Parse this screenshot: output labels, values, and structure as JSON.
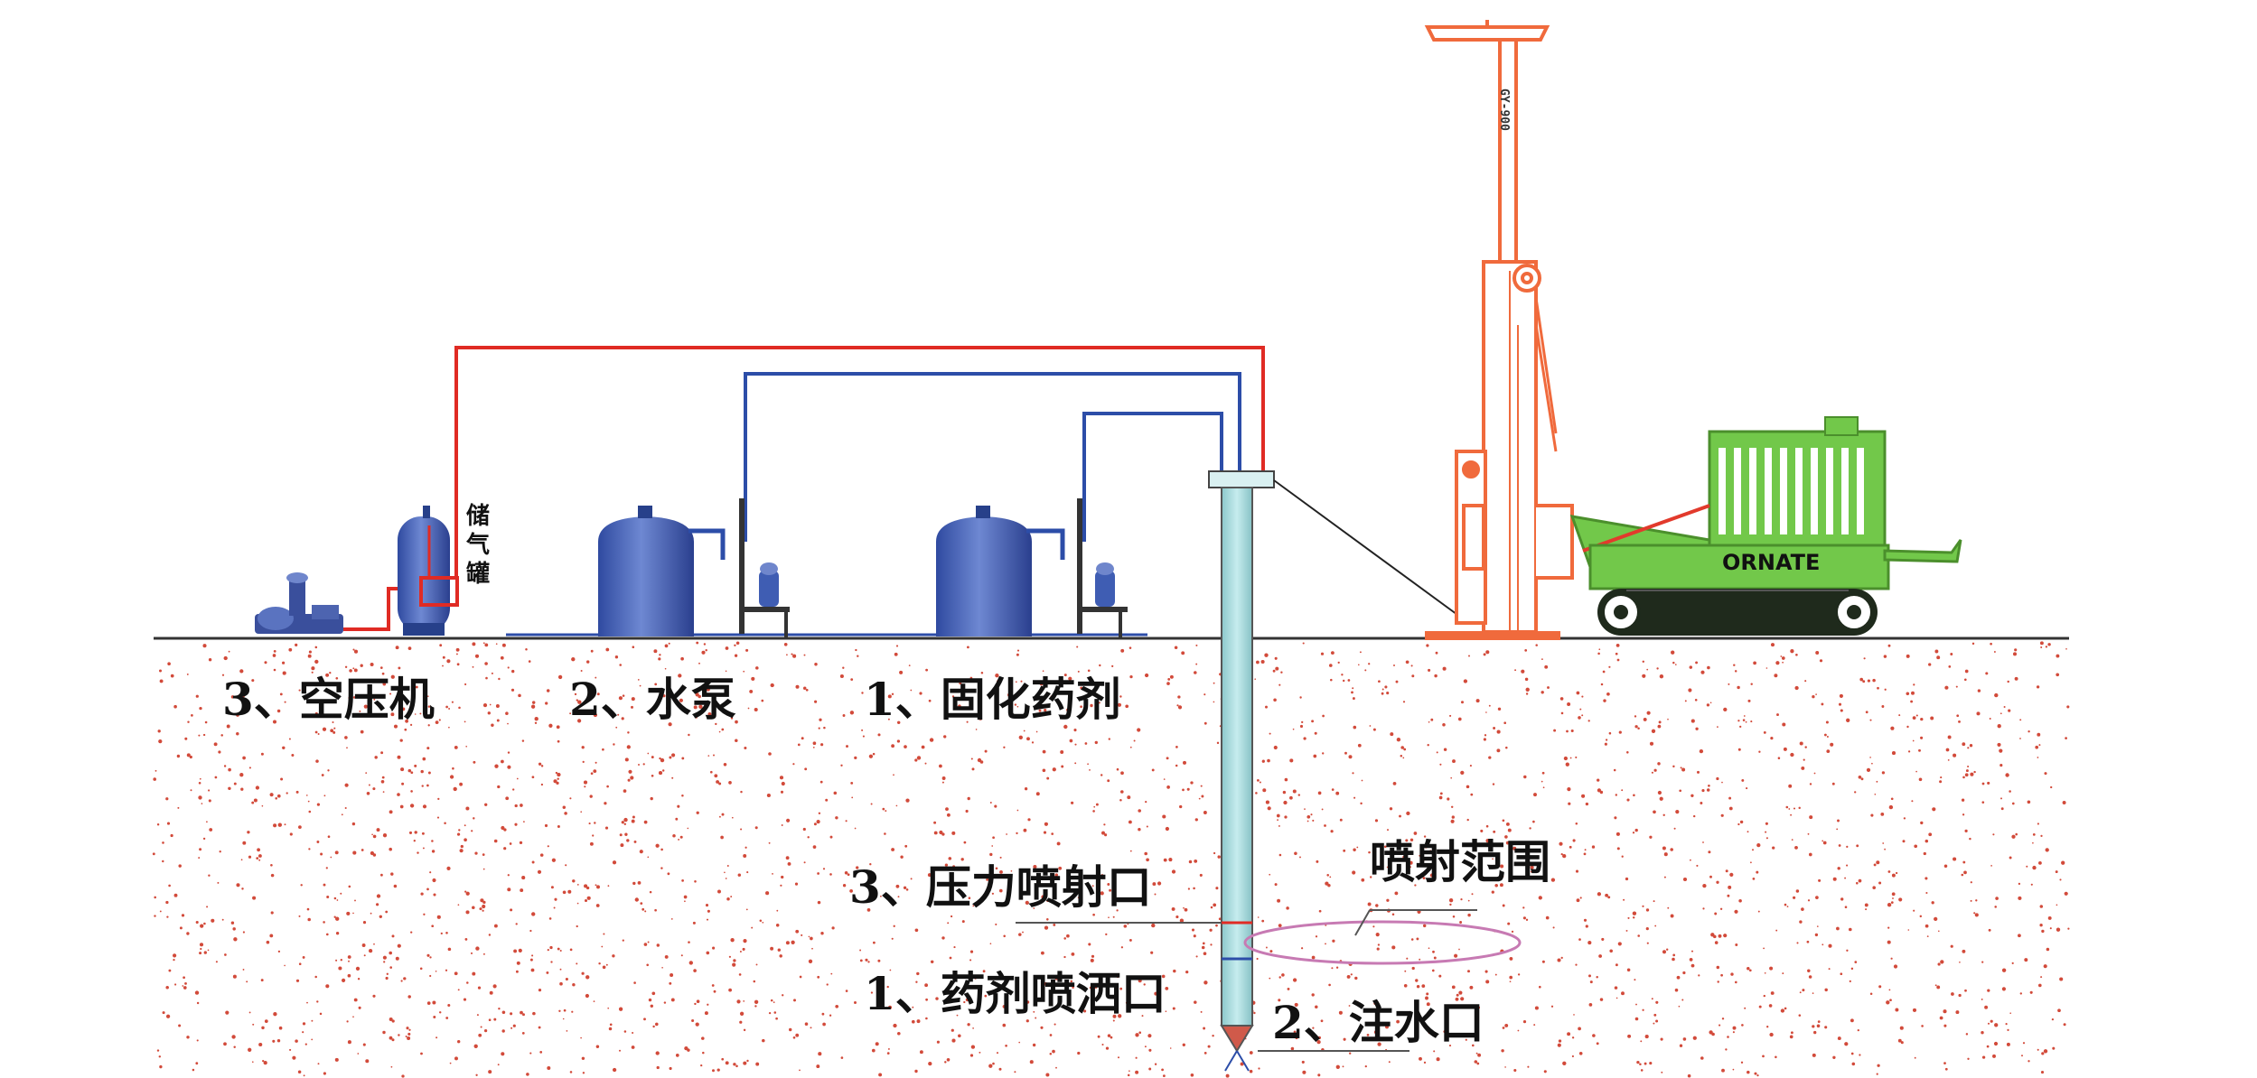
{
  "equipment_labels": {
    "compressor": "3、空压机",
    "pump": "2、水泵",
    "agent": "1、固化药剂",
    "air_tank": "储气罐",
    "brand": "ORNATE",
    "mast_text": "GY-900"
  },
  "nozzle_labels": {
    "pressure_jet": "3、压力喷射口",
    "jet_range": "喷射范围",
    "agent_spray": "1、药剂喷洒口",
    "water_inlet": "2、注水口"
  },
  "colors": {
    "air_line": "#e02b24",
    "water_line": "#2c4da8",
    "tank": "#3f5db3",
    "rig": "#f06a3c",
    "machine": "#72c84a",
    "soil_dots": "#d24a3a",
    "pipe": "#a9dadc",
    "jet_ellipse": "#c77ab3"
  },
  "icons": {
    "compressor": "air-compressor-icon",
    "air_tank": "air-storage-tank-icon",
    "water_tank": "water-tank-icon",
    "agent_tank": "agent-tank-icon",
    "drill_rig": "drilling-rig-icon",
    "crawler": "crawler-machine-icon"
  }
}
